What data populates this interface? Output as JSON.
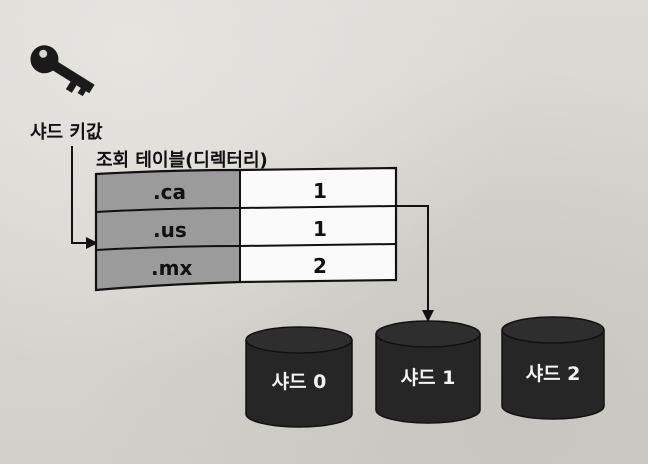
{
  "diagram": {
    "shard_key_label": "샤드 키값",
    "lookup_table": {
      "title": "조회 테이블(디렉터리)",
      "rows": [
        {
          "key": ".ca",
          "shard": "1"
        },
        {
          "key": ".us",
          "shard": "1"
        },
        {
          "key": ".mx",
          "shard": "2"
        }
      ]
    },
    "shards": [
      "샤드 0",
      "샤드 1",
      "샤드 2"
    ],
    "arrow_target_shard": "샤드 1",
    "icons": [
      "key-icon"
    ]
  },
  "colors": {
    "key_cell": "#9b9b9b",
    "value_cell": "#fafafa",
    "cylinder": "#262626",
    "stroke": "#111111"
  }
}
